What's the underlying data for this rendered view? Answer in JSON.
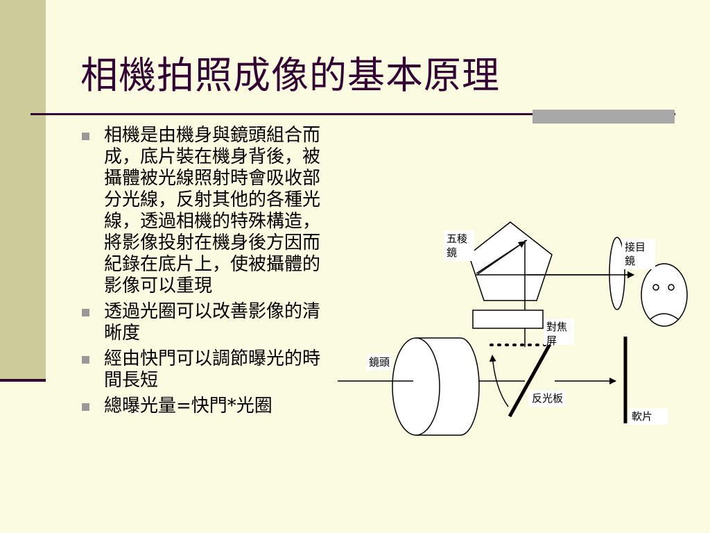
{
  "slide": {
    "title": "相機拍照成像的基本原理",
    "bullets": [
      "相機是由機身與鏡頭組合而成，底片裝在機身背後，被攝體被光線照射時會吸收部分光線，反射其他的各種光線，透過相機的特殊構造，將影像投射在機身後方因而紀錄在底片上，使被攝體的影像可以重現",
      "透過光圈可以改善影像的清晰度",
      "經由快門可以調節曝光的時間長短",
      "總曝光量=快門*光圈"
    ]
  },
  "diagram": {
    "labels": {
      "prism": "五稜鏡",
      "eyepiece": "接目鏡",
      "focus_screen": "對焦屏",
      "lens": "鏡頭",
      "mirror": "反光板",
      "film": "軟片"
    }
  }
}
